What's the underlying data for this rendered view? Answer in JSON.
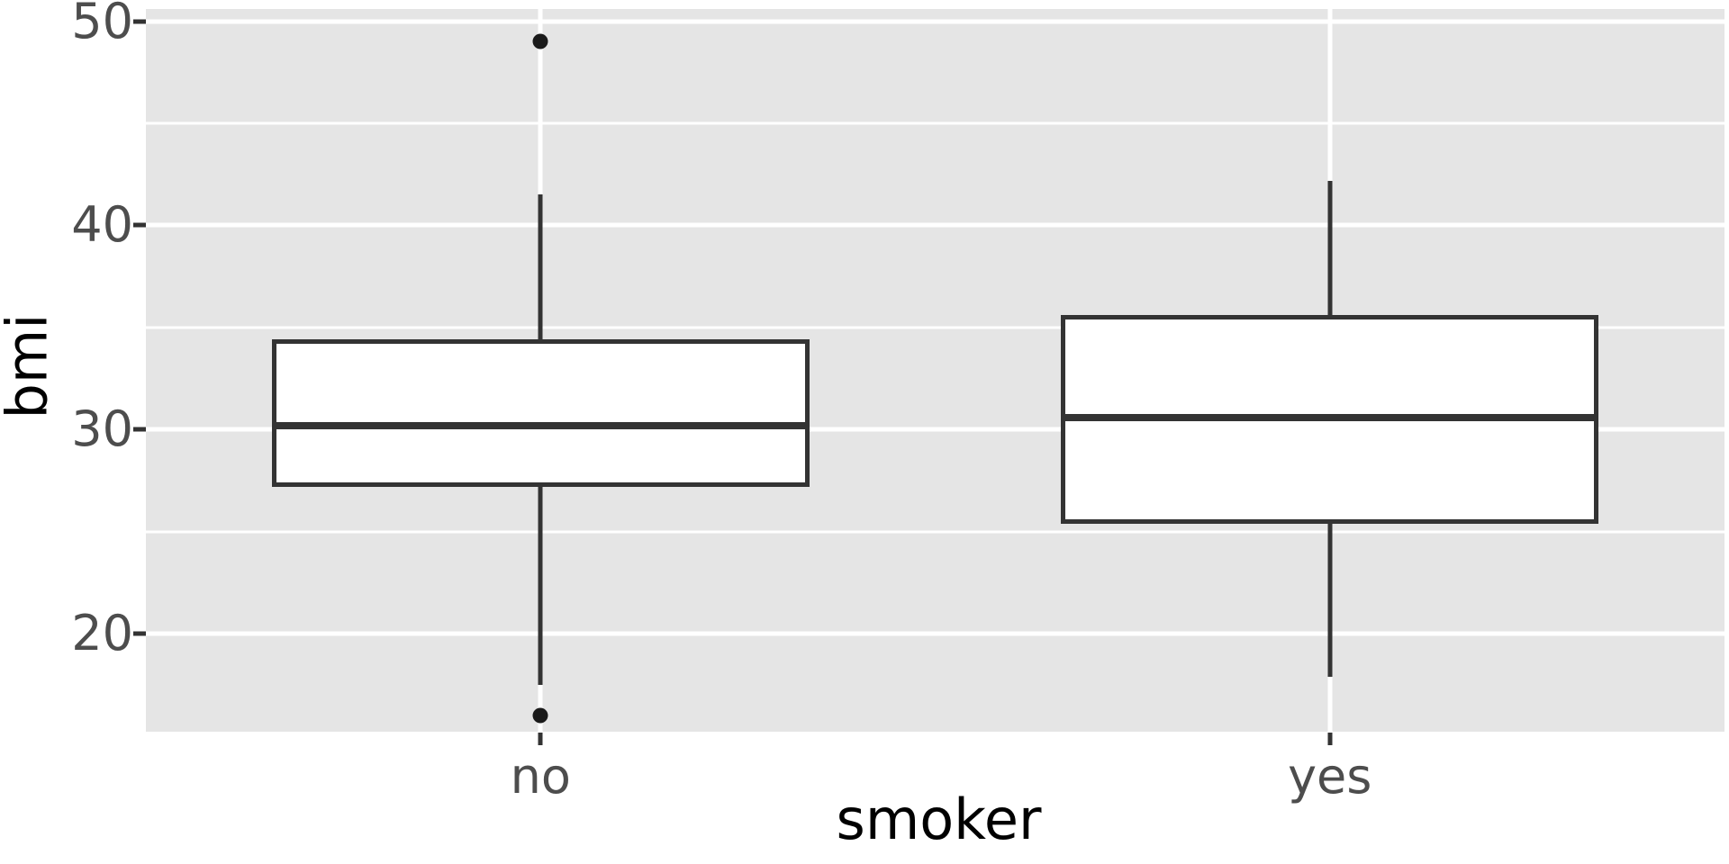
{
  "chart_data": {
    "type": "box",
    "title": "",
    "xlabel": "smoker",
    "ylabel": "bmi",
    "categories": [
      "no",
      "yes"
    ],
    "ylim": [
      15.2,
      50.6
    ],
    "y_ticks": [
      20,
      30,
      40,
      50
    ],
    "y_tick_labels": [
      "20",
      "30",
      "40",
      "50"
    ],
    "y_minor_ticks": [
      25,
      35,
      45
    ],
    "grid": true,
    "legend": "none",
    "theme": "ggplot2-grey",
    "boxes": [
      {
        "category": "no",
        "lower_whisker": 17.5,
        "q1": 27.2,
        "median": 30.2,
        "q3": 34.4,
        "upper_whisker": 41.5,
        "outliers": [
          49.0,
          16.0
        ]
      },
      {
        "category": "yes",
        "lower_whisker": 17.9,
        "q1": 25.4,
        "median": 30.6,
        "q3": 35.6,
        "upper_whisker": 42.2,
        "outliers": []
      }
    ],
    "colors": {
      "panel_background": "#e5e5e5",
      "grid_line": "#ffffff",
      "box_fill": "#ffffff",
      "box_stroke": "#333333",
      "outlier_fill": "#1a1a1a",
      "tick_label": "#4d4d4d",
      "axis_title": "#000000",
      "plot_background": "#ffffff"
    }
  }
}
